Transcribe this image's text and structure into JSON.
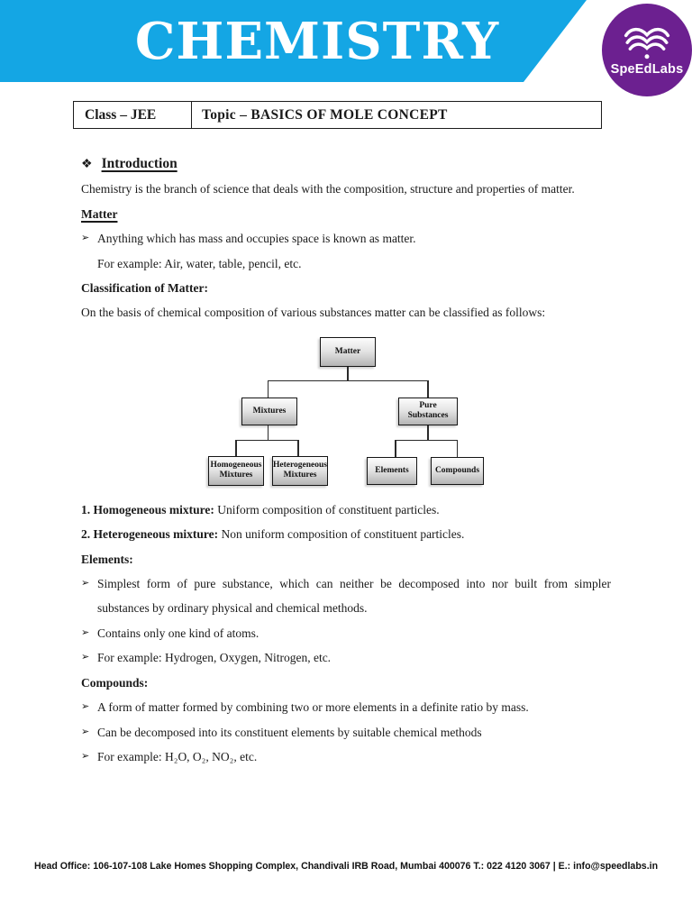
{
  "header": {
    "title": "CHEMISTRY",
    "logo_text": "SpeEdLabs",
    "banner_color": "#14a6e4",
    "logo_color": "#6c2090"
  },
  "markers": {
    "section_glyph": "❖",
    "bullet_glyph": "➢"
  },
  "info_bar": {
    "class": "Class – JEE",
    "topic": "Topic – BASICS OF MOLE CONCEPT"
  },
  "intro": {
    "heading": "Introduction",
    "paragraph": "Chemistry is the branch of science that deals with the composition, structure and properties of matter."
  },
  "matter": {
    "heading": "Matter",
    "bullet": "Anything which has mass and occupies space is known as matter.",
    "example": "For example:  Air, water, table, pencil, etc."
  },
  "classification": {
    "heading": "Classification of Matter:",
    "paragraph": "On the basis of chemical composition of various substances matter can be classified as follows:"
  },
  "diagram": {
    "matter": "Matter",
    "mixtures": "Mixtures",
    "pure_substances": "Pure Substances",
    "homogeneous": "Homogeneous Mixtures",
    "heterogeneous": "Heterogeneous Mixtures",
    "elements": "Elements",
    "compounds": "Compounds"
  },
  "definitions": [
    {
      "lead": "1. Homogeneous mixture:",
      "text": " Uniform composition of constituent particles."
    },
    {
      "lead": "2. Heterogeneous mixture:",
      "text": " Non uniform composition of constituent particles."
    }
  ],
  "elements_section": {
    "heading": "Elements:",
    "bullets": [
      "Simplest form of pure substance, which can neither be decomposed into nor built from simpler substances by ordinary physical and chemical methods.",
      "Contains only one kind of atoms.",
      "For example: Hydrogen, Oxygen, Nitrogen, etc."
    ]
  },
  "compounds_section": {
    "heading": "Compounds:",
    "bullets": [
      "A form of matter formed by combining two or more elements in a definite ratio by mass.",
      "Can be decomposed into its constituent elements by suitable chemical methods",
      "For example: H₂O, O₂, NO₂, etc."
    ]
  },
  "footer": {
    "text": "Head Office: 106-107-108 Lake Homes Shopping Complex, Chandivali IRB Road, Mumbai 400076 T.: 022 4120 3067 | E.: info@speedlabs.in"
  }
}
